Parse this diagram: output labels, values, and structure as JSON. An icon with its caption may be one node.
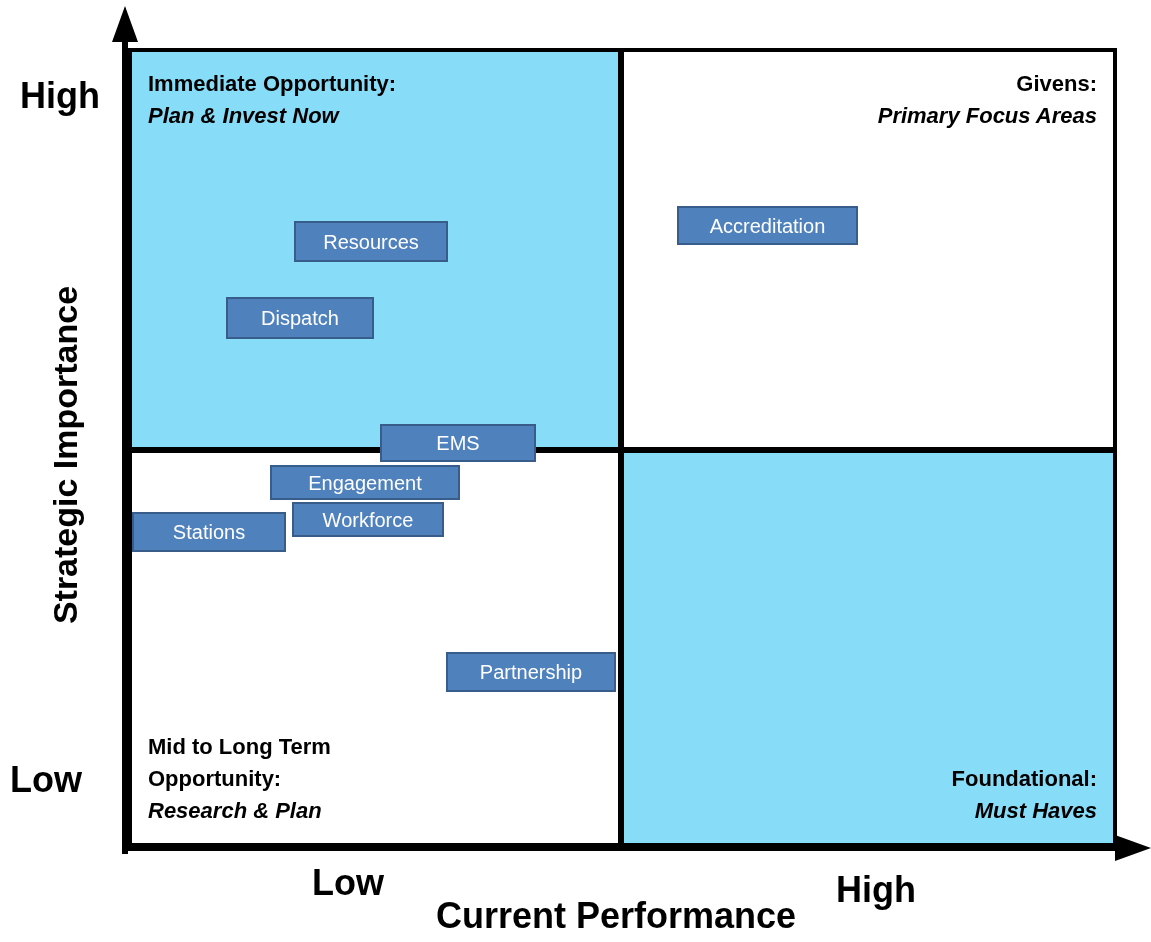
{
  "diagram": {
    "nodes": [
      {
        "text": [
          "Immediate Opportunity:",
          "Plan & Invest Now"
        ]
      },
      {
        "text": [
          "Givens:",
          "Primary Focus Areas"
        ]
      },
      {
        "text": [
          "Mid to Long Term Opportunity:",
          "Research & Plan"
        ]
      },
      {
        "text": [
          "Foundational:",
          "Must Haves"
        ]
      },
      {
        "text": [
          "Resources"
        ],
        "in": 0
      },
      {
        "text": [
          "Dispatch"
        ],
        "in": 0
      },
      {
        "text": [
          "Accreditation"
        ],
        "in": 1
      },
      {
        "text": [
          "EMS"
        ]
      },
      {
        "text": [
          "Engagement"
        ],
        "in": 2
      },
      {
        "text": [
          "Workforce"
        ],
        "in": 2
      },
      {
        "text": [
          "Stations"
        ],
        "in": 2
      },
      {
        "text": [
          "Partnership"
        ],
        "in": 2
      }
    ],
    "labels": [
      "High",
      "Strategic Importance",
      "Low",
      "Low",
      "High",
      "Current Performance"
    ]
  }
}
